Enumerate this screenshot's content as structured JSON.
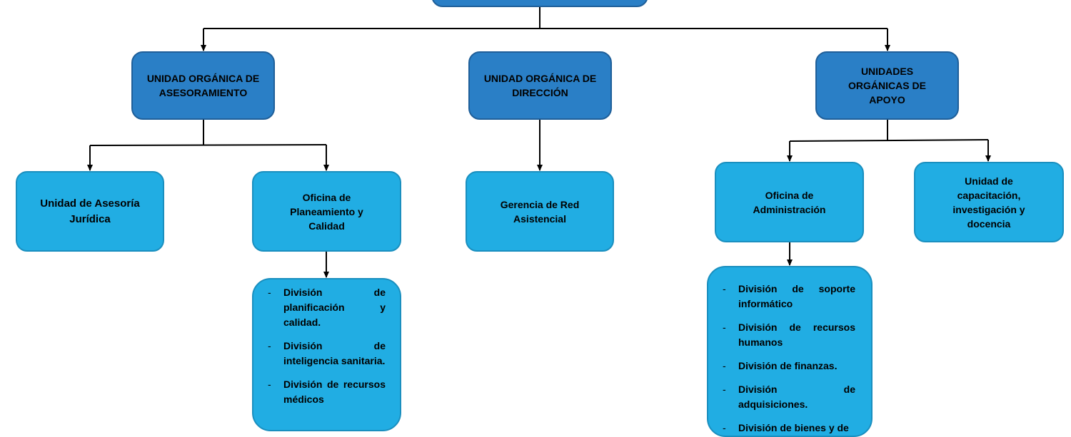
{
  "colors": {
    "dark_box": "#2a7fc6",
    "light_box": "#21ade3",
    "lines": "#000000"
  },
  "nodes": {
    "asesoramiento": "UNIDAD ORGÁNICA DE ASESORAMIENTO",
    "direccion": "UNIDAD ORGÁNICA DE DIRECCIÓN",
    "apoyo": "UNIDADES ORGÁNICAS DE APOYO",
    "asesoria_juridica": "Unidad de Asesoría Jurídica",
    "planeamiento": "Oficina de Planeamiento y Calidad",
    "gerencia_red": "Gerencia de Red Asistencial",
    "administracion": "Oficina de Administración",
    "capacitacion": "Unidad de capacitación, investigación y docencia"
  },
  "planeamiento_divisiones": [
    "División de planificación y calidad.",
    "División de inteligencia sanitaria.",
    "División de recursos médicos"
  ],
  "administracion_divisiones": [
    "División de soporte informático",
    "División de recursos humanos",
    "División de finanzas.",
    "División de adquisiciones.",
    "División de bienes y de"
  ]
}
